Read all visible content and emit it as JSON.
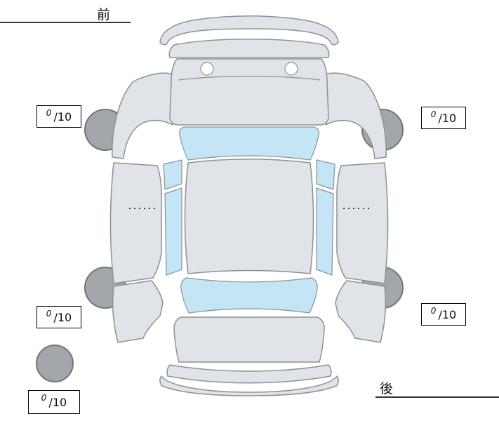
{
  "diagram": {
    "front_label": "前",
    "rear_label": "後"
  },
  "scores": {
    "front_left": {
      "value": "0",
      "denominator": "/10"
    },
    "front_right": {
      "value": "0",
      "denominator": "/10"
    },
    "rear_left": {
      "value": "0",
      "denominator": "/10"
    },
    "rear_right": {
      "value": "0",
      "denominator": "/10"
    },
    "spare": {
      "value": "0",
      "denominator": "/10"
    }
  },
  "colors": {
    "body": "#e0e3e7",
    "glass": "#c3e5f5",
    "tire": "#a3a7ab",
    "tire_edge": "#73777b",
    "outline": "#8b9199",
    "line": "#333333"
  }
}
